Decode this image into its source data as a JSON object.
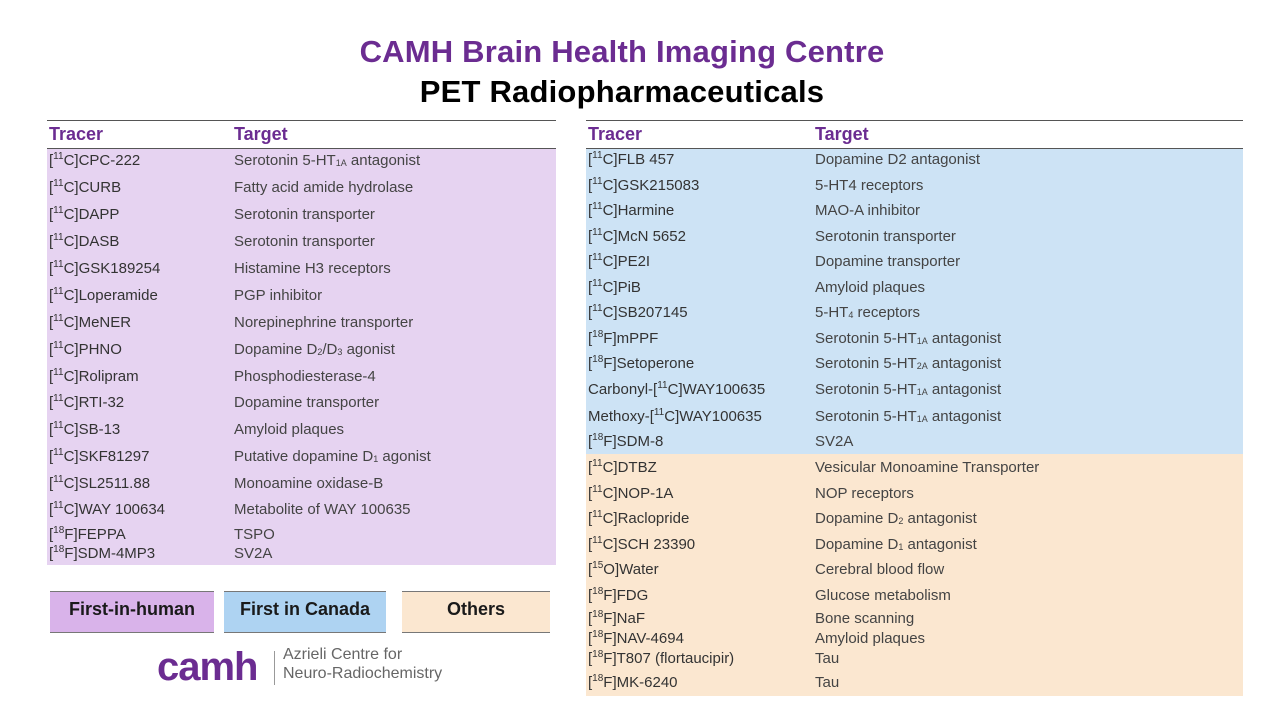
{
  "title": "CAMH Brain Health Imaging Centre",
  "subtitle": "PET Radiopharmaceuticals",
  "headers": {
    "tracer": "Tracer",
    "target": "Target"
  },
  "colors": {
    "purple_band": "#e6d3f1",
    "blue_band": "#cde3f5",
    "orange_band": "#fbe7d0",
    "brand": "#6b2c91"
  },
  "left_rows": [
    {
      "iso": "11",
      "el": "C",
      "name": "CPC-222",
      "target": [
        "Serotonin 5-HT",
        "1A",
        " antagonist"
      ]
    },
    {
      "iso": "11",
      "el": "C",
      "name": "CURB",
      "target": [
        "Fatty acid amide hydrolase"
      ]
    },
    {
      "iso": "11",
      "el": "C",
      "name": "DAPP",
      "target": [
        "Serotonin transporter"
      ]
    },
    {
      "iso": "11",
      "el": "C",
      "name": "DASB",
      "target": [
        "Serotonin transporter"
      ]
    },
    {
      "iso": "11",
      "el": "C",
      "name": "GSK189254",
      "target": [
        "Histamine H3 receptors"
      ]
    },
    {
      "iso": "11",
      "el": "C",
      "name": "Loperamide",
      "target": [
        "PGP inhibitor"
      ]
    },
    {
      "iso": "11",
      "el": "C",
      "name": "MeNER",
      "target": [
        "Norepinephrine transporter"
      ]
    },
    {
      "iso": "11",
      "el": "C",
      "name": "PHNO",
      "target": [
        "Dopamine D",
        "2",
        "/D",
        "3",
        " agonist"
      ]
    },
    {
      "iso": "11",
      "el": "C",
      "name": "Rolipram",
      "target": [
        "Phosphodiesterase-4"
      ]
    },
    {
      "iso": "11",
      "el": "C",
      "name": "RTI-32",
      "target": [
        "Dopamine transporter"
      ]
    },
    {
      "iso": "11",
      "el": "C",
      "name": "SB-13",
      "target": [
        "Amyloid plaques"
      ]
    },
    {
      "iso": "11",
      "el": "C",
      "name": "SKF81297",
      "target": [
        "Putative dopamine D",
        "1",
        " agonist"
      ]
    },
    {
      "iso": "11",
      "el": "C",
      "name": "SL2511.88",
      "target": [
        "Monoamine oxidase-B"
      ]
    },
    {
      "iso": "11",
      "el": "C",
      "name": "WAY 100634",
      "target": [
        "Metabolite of WAY 100635"
      ]
    },
    {
      "iso": "18",
      "el": "F",
      "name": "FEPPA",
      "target": [
        "TSPO"
      ]
    },
    {
      "iso": "18",
      "el": "F",
      "name": "SDM-4MP3",
      "target": [
        "SV2A"
      ]
    }
  ],
  "right_rows": [
    {
      "pre": "",
      "iso": "11",
      "el": "C",
      "name": "FLB 457",
      "target": [
        "Dopamine D2 antagonist"
      ]
    },
    {
      "pre": "",
      "iso": "11",
      "el": "C",
      "name": "GSK215083",
      "target": [
        "5-HT4 receptors"
      ]
    },
    {
      "pre": "",
      "iso": "11",
      "el": "C",
      "name": "Harmine",
      "target": [
        "MAO-A inhibitor"
      ]
    },
    {
      "pre": "",
      "iso": "11",
      "el": "C",
      "name": "McN 5652",
      "target": [
        "Serotonin transporter"
      ]
    },
    {
      "pre": "",
      "iso": "11",
      "el": "C",
      "name": "PE2I",
      "target": [
        "Dopamine transporter"
      ]
    },
    {
      "pre": "",
      "iso": "11",
      "el": "C",
      "name": "PiB",
      "target": [
        "Amyloid plaques"
      ]
    },
    {
      "pre": "",
      "iso": "11",
      "el": "C",
      "name": "SB207145",
      "target": [
        "5-HT",
        "4",
        " receptors"
      ]
    },
    {
      "pre": "",
      "iso": "18",
      "el": "F",
      "name": "mPPF",
      "target": [
        "Serotonin 5-HT",
        "1A",
        " antagonist"
      ]
    },
    {
      "pre": "",
      "iso": "18",
      "el": "F",
      "name": "Setoperone",
      "target": [
        "Serotonin 5-HT",
        "2A",
        " antagonist"
      ]
    },
    {
      "pre": "Carbonyl-",
      "iso": "11",
      "el": "C",
      "name": "WAY100635",
      "target": [
        "Serotonin 5-HT",
        "1A",
        " antagonist"
      ]
    },
    {
      "pre": "Methoxy-",
      "iso": "11",
      "el": "C",
      "name": "WAY100635",
      "target": [
        "Serotonin 5-HT",
        "1A",
        " antagonist"
      ]
    },
    {
      "pre": "",
      "iso": "18",
      "el": "F",
      "name": "SDM-8",
      "target": [
        "SV2A"
      ]
    },
    {
      "pre": "",
      "iso": "11",
      "el": "C",
      "name": "DTBZ",
      "target": [
        "Vesicular Monoamine Transporter"
      ]
    },
    {
      "pre": "",
      "iso": "11",
      "el": "C",
      "name": "NOP-1A",
      "target": [
        "NOP receptors"
      ]
    },
    {
      "pre": "",
      "iso": "11",
      "el": "C",
      "name": "Raclopride",
      "target": [
        "Dopamine D",
        "2",
        " antagonist"
      ]
    },
    {
      "pre": "",
      "iso": "11",
      "el": "C",
      "name": "SCH 23390",
      "target": [
        "Dopamine D",
        "1",
        " antagonist"
      ]
    },
    {
      "pre": "",
      "iso": "15",
      "el": "O",
      "name": "Water",
      "target": [
        "Cerebral blood flow"
      ]
    },
    {
      "pre": "",
      "iso": "18",
      "el": "F",
      "name": "FDG",
      "target": [
        "Glucose metabolism"
      ]
    },
    {
      "pre": "",
      "iso": "18",
      "el": "F",
      "name": "NaF",
      "target": [
        "Bone scanning"
      ]
    },
    {
      "pre": "",
      "iso": "18",
      "el": "F",
      "name": "NAV-4694",
      "target": [
        "Amyloid plaques"
      ]
    },
    {
      "pre": "",
      "iso": "18",
      "el": "F",
      "name": "T807 (flortaucipir)",
      "target": [
        "Tau"
      ]
    },
    {
      "pre": "",
      "iso": "18",
      "el": "F",
      "name": "MK-6240",
      "target": [
        "Tau"
      ]
    }
  ],
  "legend": {
    "first_in_human": "First-in-human",
    "first_in_canada": "First in Canada",
    "others": "Others"
  },
  "logo": {
    "wordmark": "camh",
    "line1": "Azrieli Centre for",
    "line2": "Neuro-Radiochemistry"
  }
}
